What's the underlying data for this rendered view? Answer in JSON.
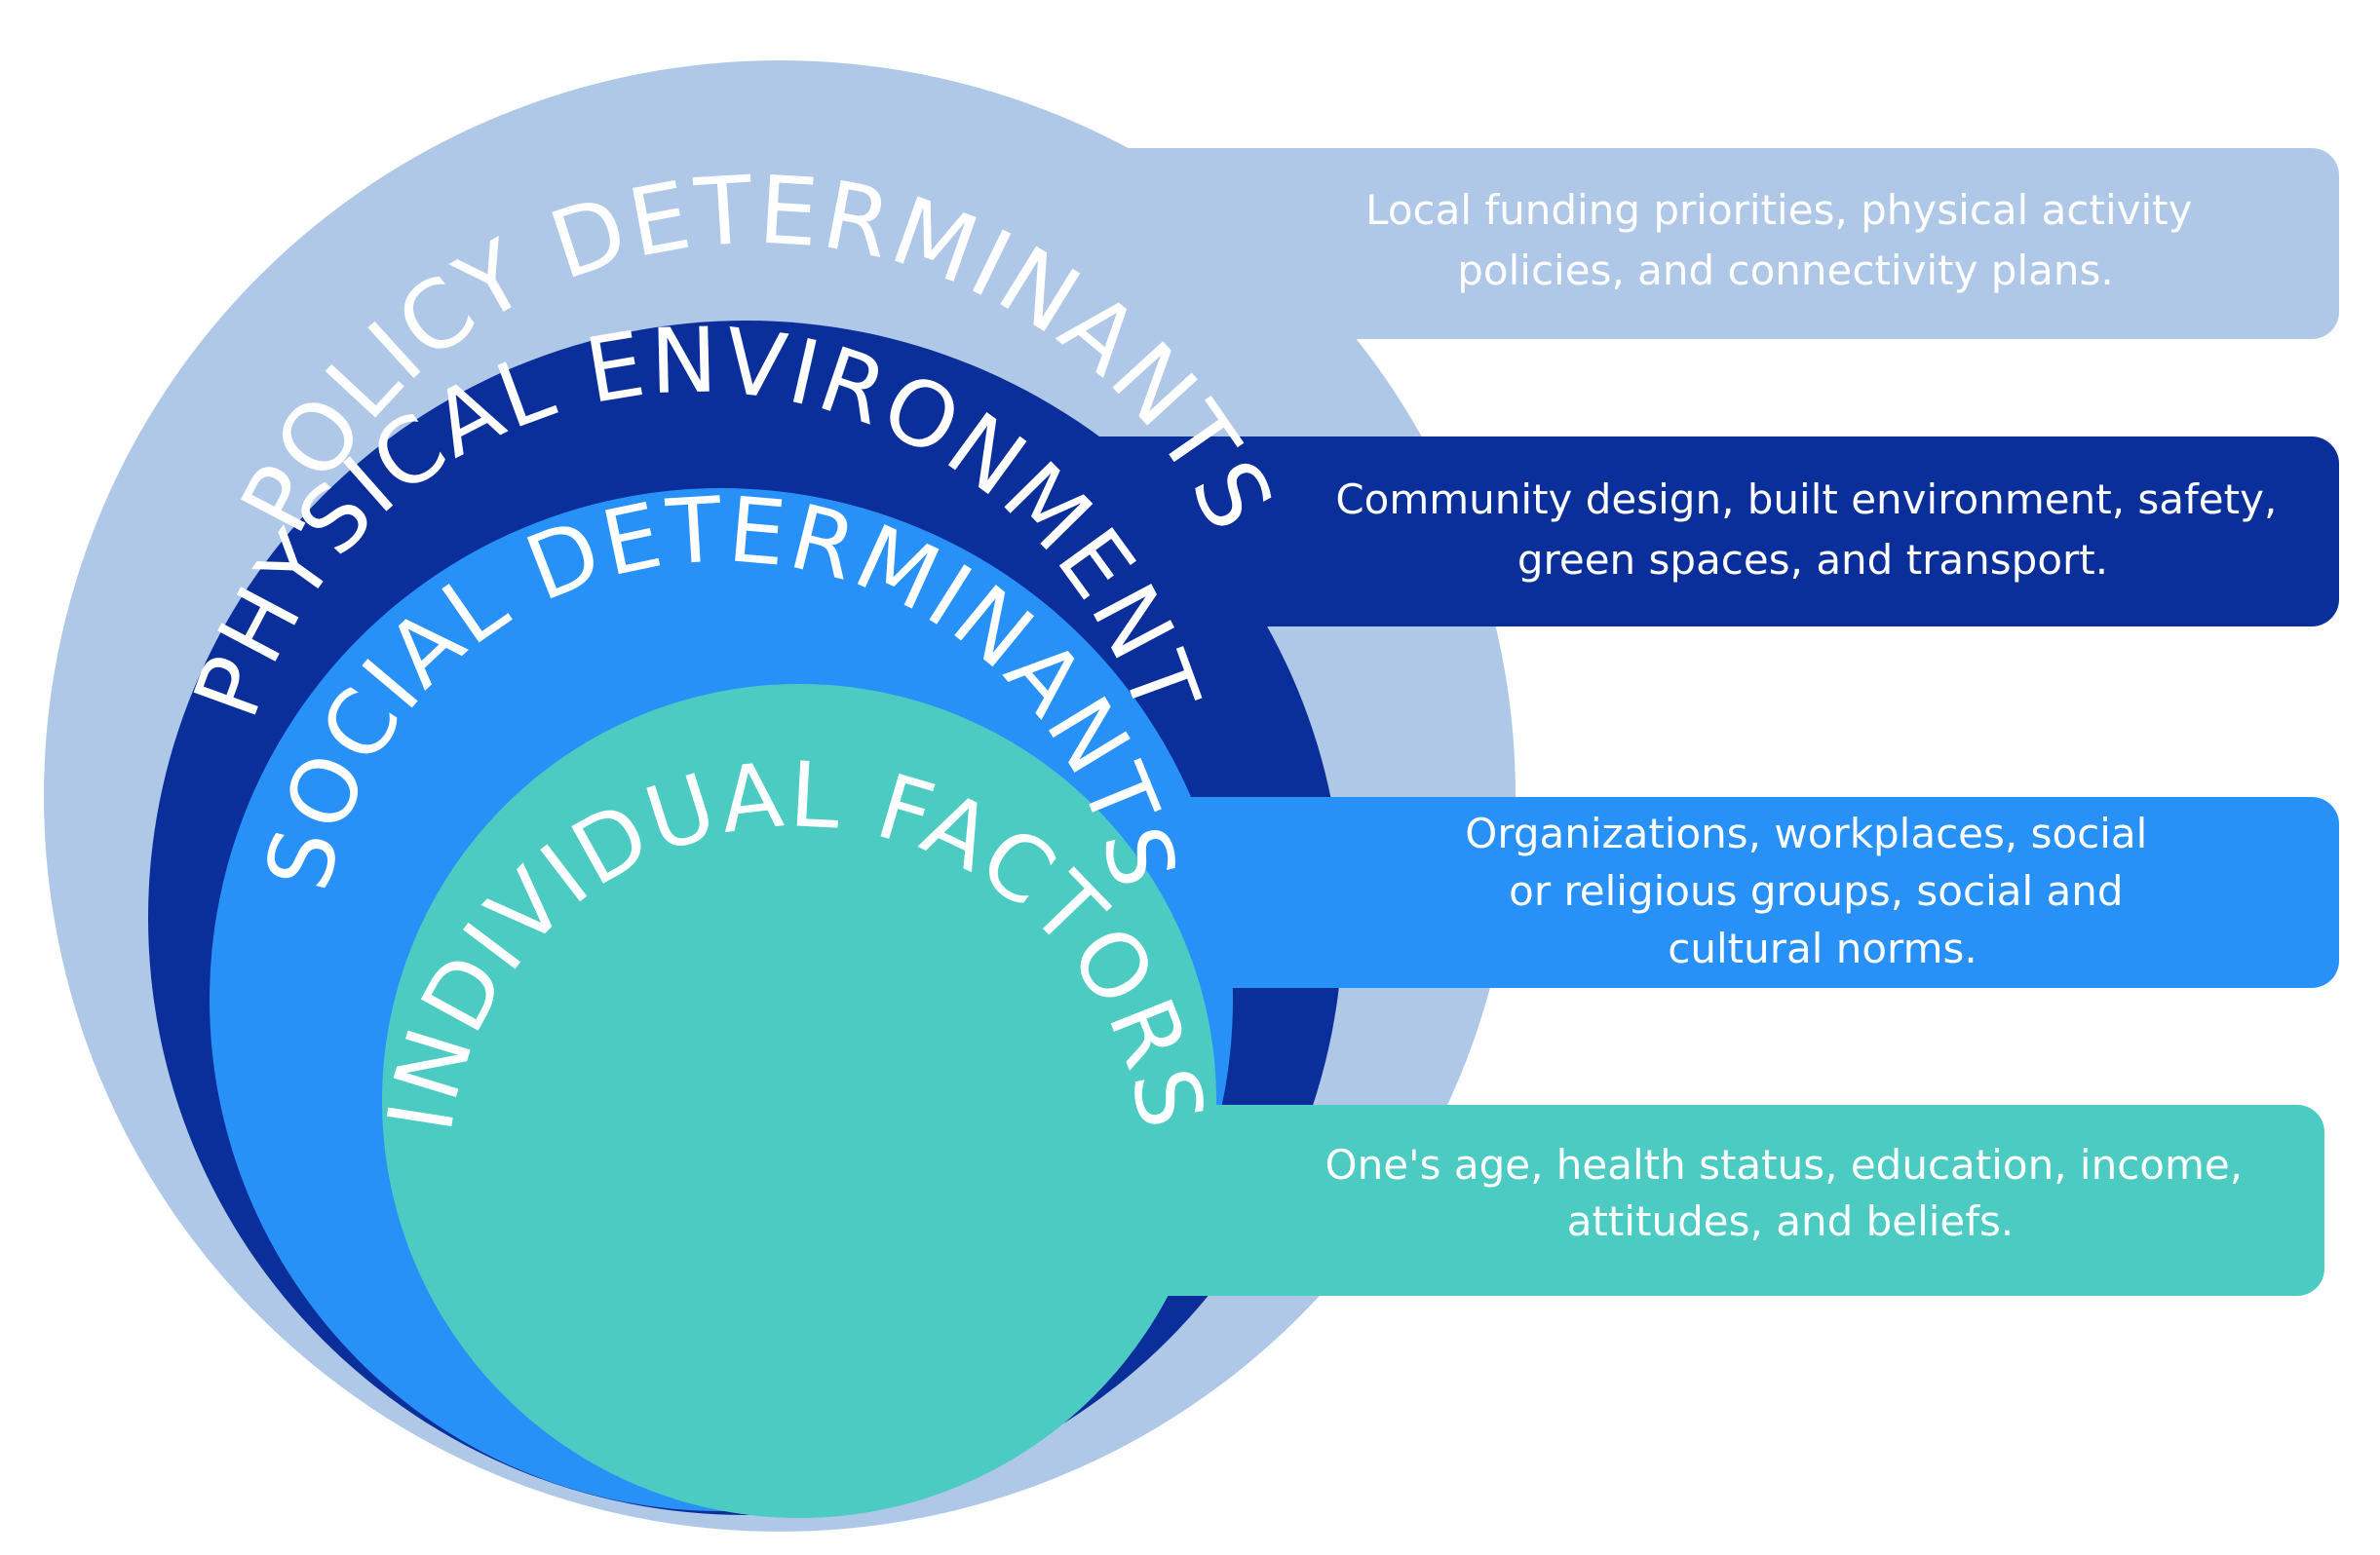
{
  "colors": {
    "policy": "#b0c8e8",
    "physical": "#0a2f9a",
    "social": "#2891f7",
    "individual": "#4ccbc3",
    "label_text": "#ffffff"
  },
  "layers": [
    {
      "key": "policy",
      "title": "POLICY DETERMINANTS",
      "description_lines": [
        "Local funding priorities, physical activity",
        "policies, and connectivity plans."
      ]
    },
    {
      "key": "physical",
      "title": "PHYSICAL ENVIRONMENT",
      "description_lines": [
        "Community design, built environment, safety,",
        "green spaces, and transport."
      ]
    },
    {
      "key": "social",
      "title": "SOCIAL DETERMINANTS",
      "description_lines": [
        "Organizations, workplaces, social",
        "or religious groups, social and",
        "cultural norms."
      ]
    },
    {
      "key": "individual",
      "title": "INDIVIDUAL FACTORS",
      "description_lines": [
        "One's age, health status, education, income,",
        "attitudes, and beliefs."
      ]
    }
  ]
}
